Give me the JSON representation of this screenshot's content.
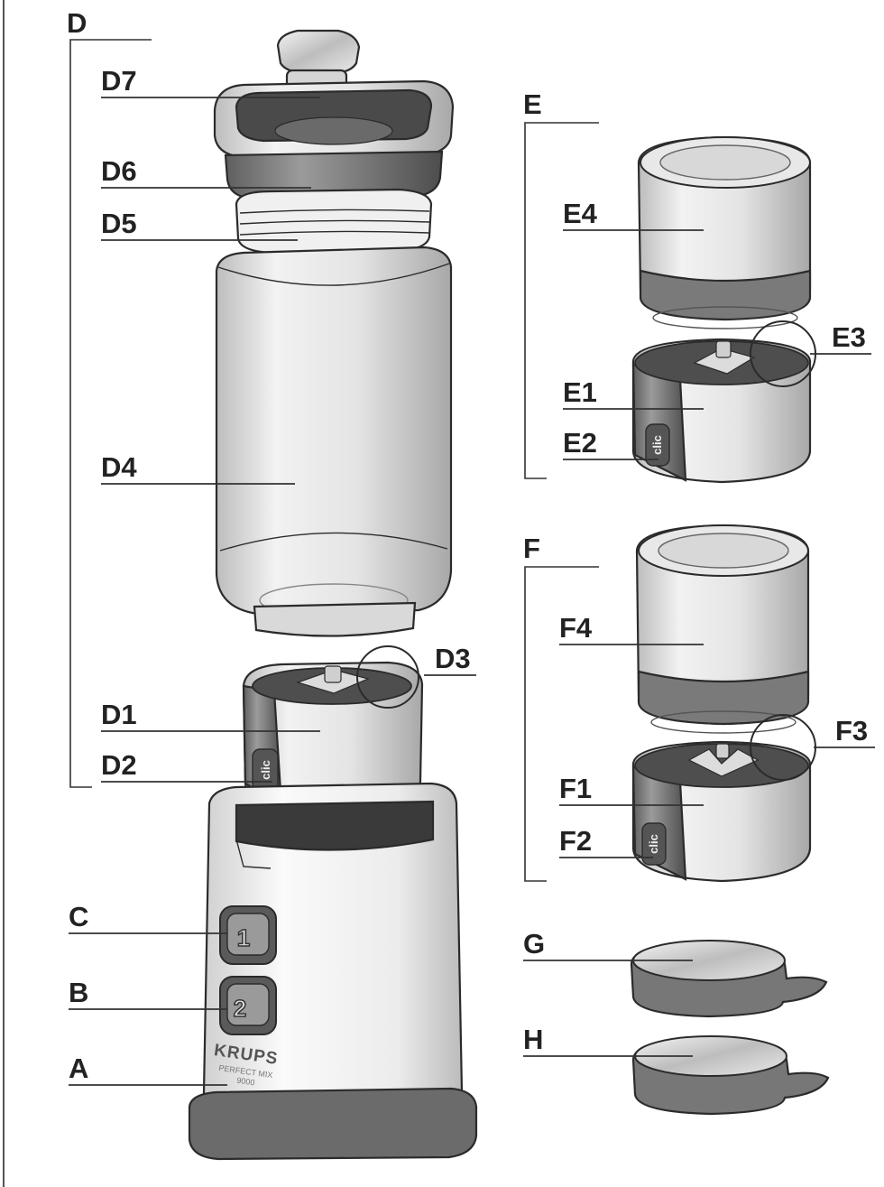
{
  "labels": {
    "D": "D",
    "D1": "D1",
    "D2": "D2",
    "D3": "D3",
    "D4": "D4",
    "D5": "D5",
    "D6": "D6",
    "D7": "D7",
    "E": "E",
    "E1": "E1",
    "E2": "E2",
    "E3": "E3",
    "E4": "E4",
    "F": "F",
    "F1": "F1",
    "F2": "F2",
    "F3": "F3",
    "F4": "F4",
    "G": "G",
    "H": "H",
    "C": "C",
    "B": "B",
    "A": "A"
  },
  "device": {
    "brand": "KRUPS",
    "model_line1": "PERFECT MIX",
    "model_line2": "9000",
    "button1": "1",
    "button2": "2",
    "clic": "clic"
  },
  "colors": {
    "outline": "#2b2b2b",
    "light_gray": "#e6e6e6",
    "mid_gray": "#9a9a9a",
    "dark_gray": "#5a5a5a"
  }
}
